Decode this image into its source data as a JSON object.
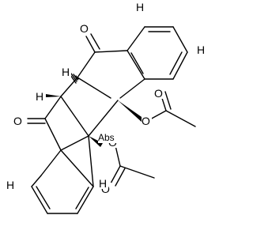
{
  "molecule": {
    "atoms": {
      "h_top_right": "H",
      "h_right_upper": "H",
      "o_ketone_top": "O",
      "h_stereo_top": "H",
      "h_stereo_left": "H",
      "o_ketone_left": "O",
      "o_ester_right": "O",
      "o_carbonyl_right": "O",
      "o_ester_left": "O",
      "abs_label": "Abs",
      "o_carbonyl_left": "O",
      "h_bottom_left": "H",
      "h_bottom_right": "H"
    }
  }
}
